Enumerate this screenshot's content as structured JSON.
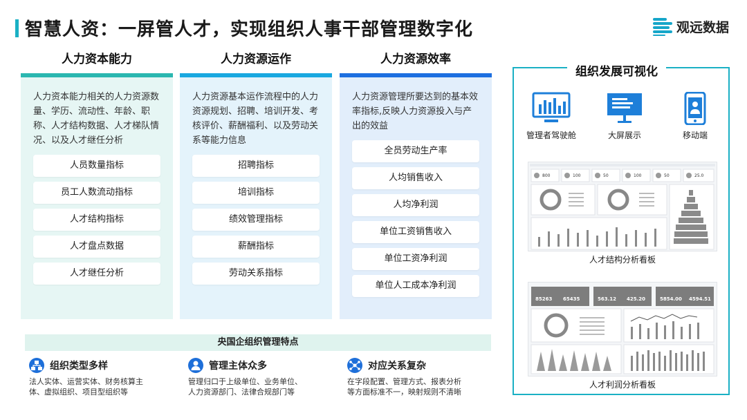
{
  "title": "智慧人资：一屏管人才，实现组织人事干部管理数字化",
  "logo": {
    "text": "观远数据"
  },
  "columns": [
    {
      "heading": "人力资本能力",
      "desc": "人力资本能力相关的人力资源数量、学历、流动性、年龄、职称、人才结构数据、人才梯队情况、以及人才继任分析",
      "items": [
        "人员数量指标",
        "员工人数流动指标",
        "人才结构指标",
        "人才盘点数据",
        "人才继任分析"
      ],
      "stripe": "#2bb7b0",
      "bg": "#e6f6f4"
    },
    {
      "heading": "人力资源运作",
      "desc": "人力资源基本运作流程中的人力资源规划、招聘、培训开发、考核评价、薪酬福利、以及劳动关系等能力信息",
      "items": [
        "招聘指标",
        "培训指标",
        "绩效管理指标",
        "薪酬指标",
        "劳动关系指标"
      ],
      "stripe": "#19a8e0",
      "bg": "#e4f3fb"
    },
    {
      "heading": "人力资源效率",
      "desc": "人力资源管理所要达到的基本效率指标,反映人力资源投入与产出的效益",
      "items": [
        "全员劳动生产率",
        "人均销售收入",
        "人均净利润",
        "单位工资销售收入",
        "单位工资净利润",
        "单位人工成本净利润"
      ],
      "stripe": "#1d6fe0",
      "bg": "#e2eefb"
    }
  ],
  "band": "央国企组织管理特点",
  "features": [
    {
      "title": "组织类型多样",
      "text": "法人实体、运营实体、财务核算主体、虚拟组织、项目型组织等",
      "icon": "org-chart-icon"
    },
    {
      "title": "管理主体众多",
      "text": "管理归口于上级单位、业务单位、人力资源部门、法律合规部门等",
      "icon": "person-icon"
    },
    {
      "title": "对应关系复杂",
      "text": "在字段配置、管理方式、报表分析等方面标准不一，映射规则不清晰",
      "icon": "network-icon"
    }
  ],
  "panel": {
    "title": "组织发展可视化",
    "devices": [
      {
        "label": "管理者驾驶舱",
        "icon": "monitor-icon"
      },
      {
        "label": "大屏展示",
        "icon": "big-screen-icon"
      },
      {
        "label": "移动端",
        "icon": "mobile-icon"
      }
    ],
    "dashboard1": {
      "caption": "人才结构分析看板",
      "kpis": [
        "800",
        "100",
        "50",
        "100",
        "50",
        "25.0"
      ]
    },
    "dashboard2": {
      "caption": "人才利润分析看板",
      "kpis": [
        "85263",
        "65435",
        "563.12",
        "425.20",
        "5854.00",
        "4594.51"
      ]
    }
  },
  "colors": {
    "accent": "#1ab0c4",
    "blue": "#1e6fd9"
  }
}
